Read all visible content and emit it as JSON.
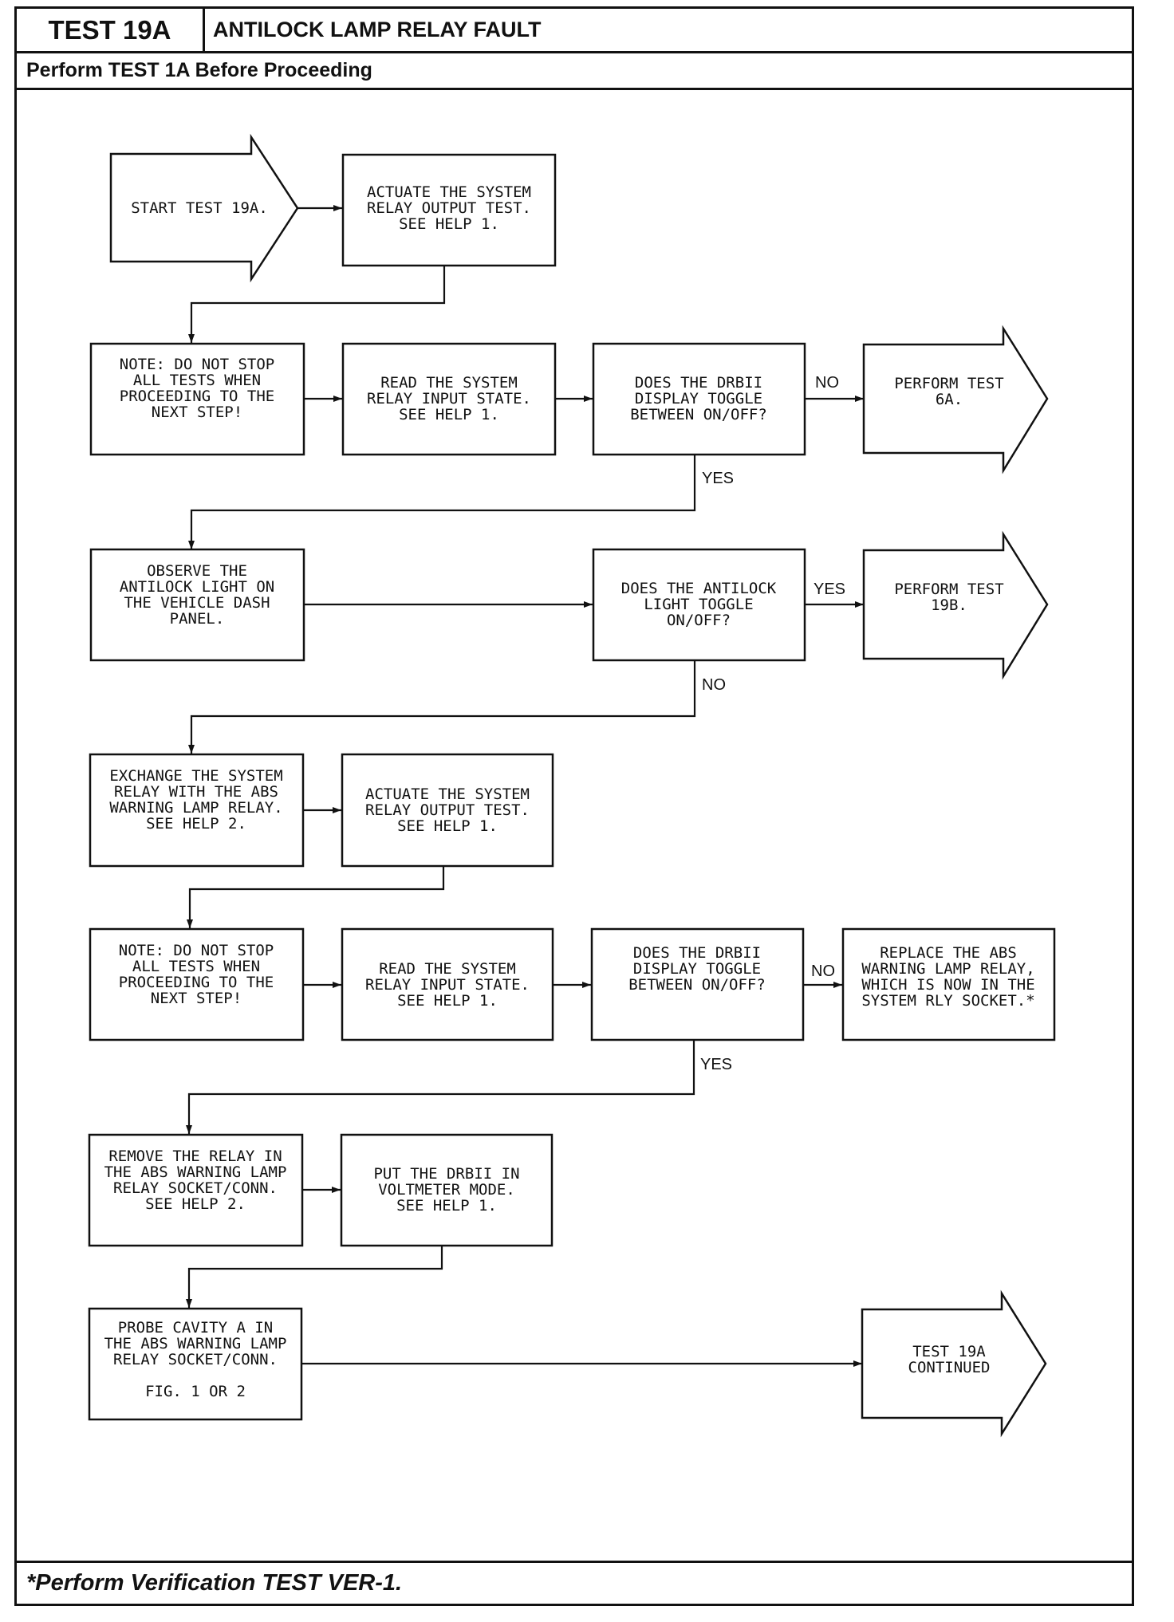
{
  "header": {
    "test_id": "TEST 19A",
    "title": "ANTILOCK LAMP RELAY FAULT",
    "prereq": "Perform TEST 1A Before Proceeding"
  },
  "footer": {
    "note": "*Perform Verification TEST VER-1."
  },
  "nodes": {
    "start": [
      "START TEST 19A."
    ],
    "actuate1": [
      "ACTUATE THE SYSTEM",
      "RELAY OUTPUT TEST.",
      "SEE HELP 1."
    ],
    "note1": [
      "NOTE:  DO NOT STOP",
      "ALL TESTS WHEN",
      "PROCEEDING TO THE",
      "NEXT STEP!"
    ],
    "read1": [
      "READ THE SYSTEM",
      "RELAY INPUT STATE.",
      "SEE HELP 1."
    ],
    "decision1": [
      "DOES THE DRBII",
      "DISPLAY TOGGLE",
      "BETWEEN ON/OFF?"
    ],
    "perform6a": [
      "PERFORM TEST",
      "6A."
    ],
    "observe": [
      "OBSERVE THE",
      "ANTILOCK LIGHT ON",
      "THE VEHICLE DASH",
      "PANEL."
    ],
    "decision2": [
      "DOES THE ANTILOCK",
      "LIGHT TOGGLE",
      "ON/OFF?"
    ],
    "perform19b": [
      "PERFORM TEST",
      "19B."
    ],
    "exchange": [
      "EXCHANGE THE SYSTEM",
      "RELAY WITH THE ABS",
      "WARNING LAMP RELAY.",
      "SEE HELP 2."
    ],
    "actuate2": [
      "ACTUATE THE SYSTEM",
      "RELAY OUTPUT TEST.",
      "SEE HELP 1."
    ],
    "note2": [
      "NOTE:  DO NOT STOP",
      "ALL TESTS WHEN",
      "PROCEEDING TO THE",
      "NEXT STEP!"
    ],
    "read2": [
      "READ THE SYSTEM",
      "RELAY INPUT STATE.",
      "SEE HELP 1."
    ],
    "decision3": [
      "DOES THE DRBII",
      "DISPLAY TOGGLE",
      "BETWEEN ON/OFF?"
    ],
    "replace": [
      "REPLACE THE ABS",
      "WARNING LAMP RELAY,",
      "WHICH IS NOW IN THE",
      "SYSTEM RLY SOCKET.*"
    ],
    "remove": [
      "REMOVE THE RELAY IN",
      "THE ABS WARNING LAMP",
      "RELAY SOCKET/CONN.",
      "SEE HELP 2."
    ],
    "voltmeter": [
      "PUT THE DRBII IN",
      "VOLTMETER MODE.",
      "SEE HELP 1."
    ],
    "probe": [
      "PROBE CAVITY A IN",
      "THE ABS WARNING LAMP",
      "RELAY SOCKET/CONN.",
      "",
      "FIG. 1 OR 2"
    ],
    "continued": [
      "TEST 19A",
      "CONTINUED"
    ]
  },
  "edge_labels": {
    "d1_no": "NO",
    "d1_yes": "YES",
    "d2_yes": "YES",
    "d2_no": "NO",
    "d3_no": "NO",
    "d3_yes": "YES"
  }
}
